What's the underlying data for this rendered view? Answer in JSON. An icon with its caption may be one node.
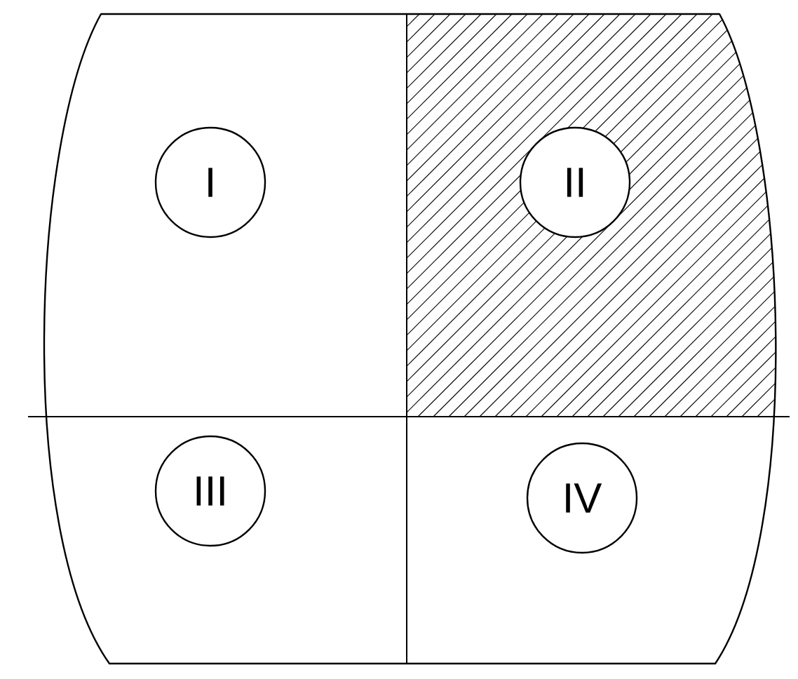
{
  "diagram": {
    "nodes": [
      {
        "text": [
          "I"
        ]
      },
      {
        "text": [
          "II"
        ]
      },
      {
        "text": [
          "III"
        ]
      },
      {
        "text": [
          "IV"
        ]
      }
    ]
  }
}
